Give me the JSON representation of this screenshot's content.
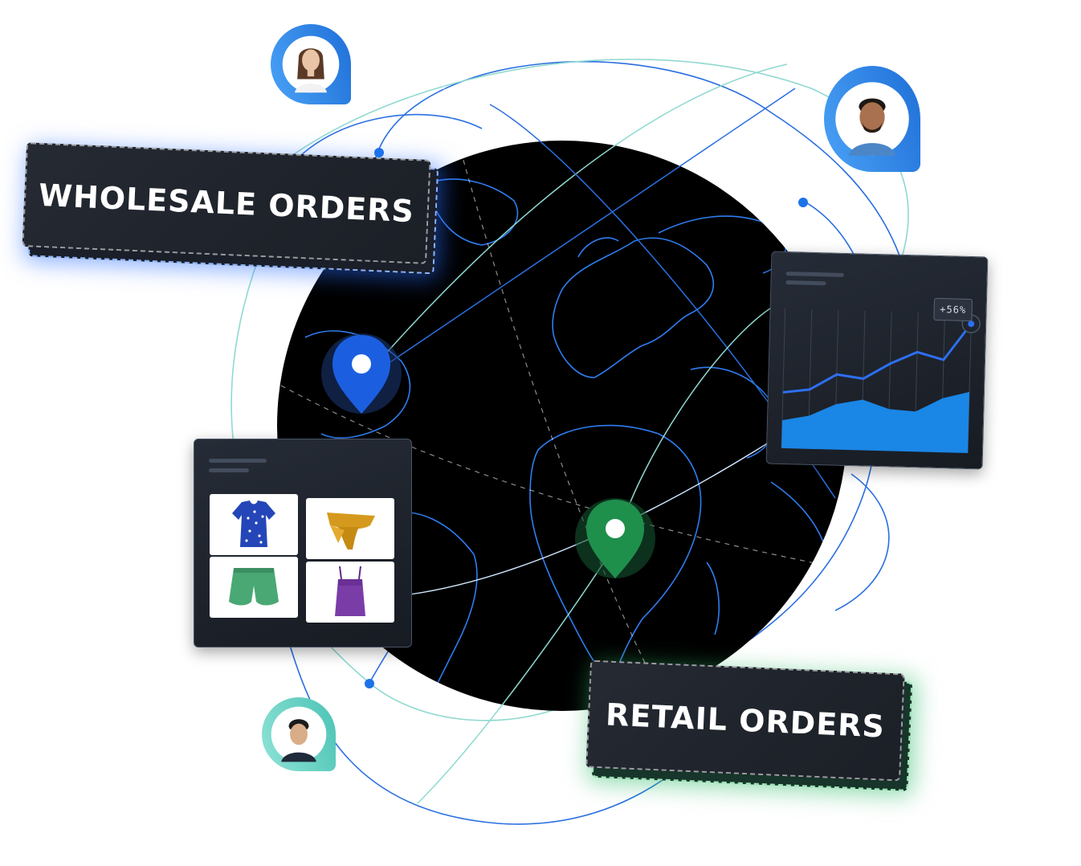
{
  "labels": {
    "wholesale": "WHOLESALE ORDERS",
    "retail": "RETAIL ORDERS"
  },
  "growth_card": {
    "badge": "+56%",
    "chart_data": {
      "type": "area",
      "series": [
        {
          "values": [
            3.2,
            3.4,
            4.3,
            4.1,
            5.0,
            5.7,
            5.3,
            7.4
          ]
        },
        {
          "values": [
            1.6,
            1.9,
            2.6,
            2.9,
            2.4,
            2.3,
            3.1,
            3.5
          ]
        }
      ],
      "ylim": [
        0,
        8
      ],
      "grid": true
    }
  },
  "catalog_card": {
    "items": [
      {
        "icon": "polka-dot-blouse-icon",
        "color": "#2446b8"
      },
      {
        "icon": "yellow-skirt-icon",
        "color": "#d59a1d"
      },
      {
        "icon": "green-shorts-icon",
        "color": "#4aa874"
      },
      {
        "icon": "purple-camisole-icon",
        "color": "#7a3da8"
      }
    ]
  },
  "map": {
    "pins": [
      {
        "icon": "location-pin-icon",
        "color": "#1b5fe0",
        "role": "wholesale"
      },
      {
        "icon": "location-pin-icon",
        "color": "#1f8f4c",
        "role": "retail"
      }
    ]
  },
  "avatars": [
    {
      "icon": "woman-avatar-icon",
      "color": "#2f86e8"
    },
    {
      "icon": "man-avatar-icon",
      "color": "#2f86e8"
    },
    {
      "icon": "man-avatar-icon",
      "color": "#6fd3c7"
    }
  ],
  "colors": {
    "globe": "#000000",
    "coast": "#2f7df0",
    "orbit_blue": "#2a6fe0",
    "orbit_teal": "#8fd9d0",
    "wholesale_glow": "#2b70ff",
    "retail_glow": "#35be6e"
  }
}
